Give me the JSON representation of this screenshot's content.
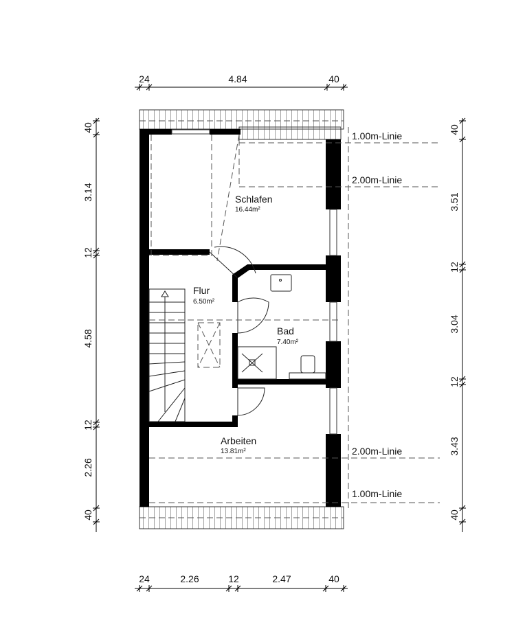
{
  "rooms": {
    "schlafen": {
      "name": "Schlafen",
      "area": "16.44m²"
    },
    "flur": {
      "name": "Flur",
      "area": "6.50m²"
    },
    "bad": {
      "name": "Bad",
      "area": "7.40m²"
    },
    "arbeiten": {
      "name": "Arbeiten",
      "area": "13.81m²"
    }
  },
  "height_lines": {
    "top_1m": "1.00m-Linie",
    "top_2m": "2.00m-Linie",
    "bottom_2m": "2.00m-Linie",
    "bottom_1m": "1.00m-Linie"
  },
  "dimensions": {
    "top": [
      "24",
      "4.84",
      "40"
    ],
    "bottom": [
      "24",
      "2.26",
      "12",
      "2.47",
      "40"
    ],
    "left": [
      "40",
      "3.14",
      "12",
      "4.58",
      "12",
      "2.26",
      "40"
    ],
    "right": [
      "40",
      "3.51",
      "12",
      "3.04",
      "12",
      "3.43",
      "40"
    ]
  }
}
